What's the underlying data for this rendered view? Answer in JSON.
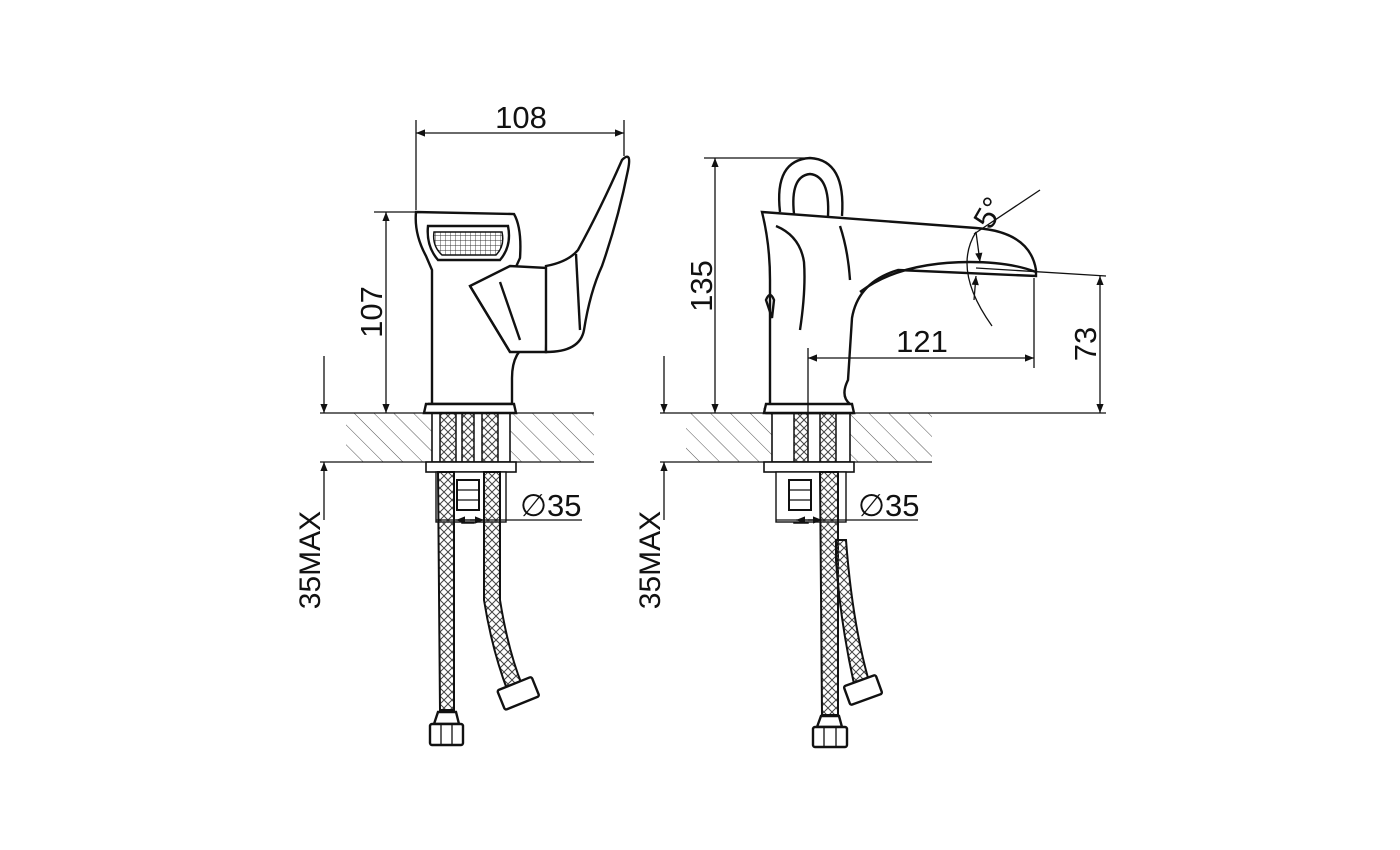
{
  "dimensions": {
    "width": "108",
    "height_front": "107",
    "height_side": "135",
    "spout_reach": "121",
    "spout_height": "73",
    "diameter_front": "∅35",
    "diameter_side": "∅35",
    "max_thickness_front": "35MAX",
    "max_thickness_side": "35MAX",
    "angle": "5°"
  }
}
